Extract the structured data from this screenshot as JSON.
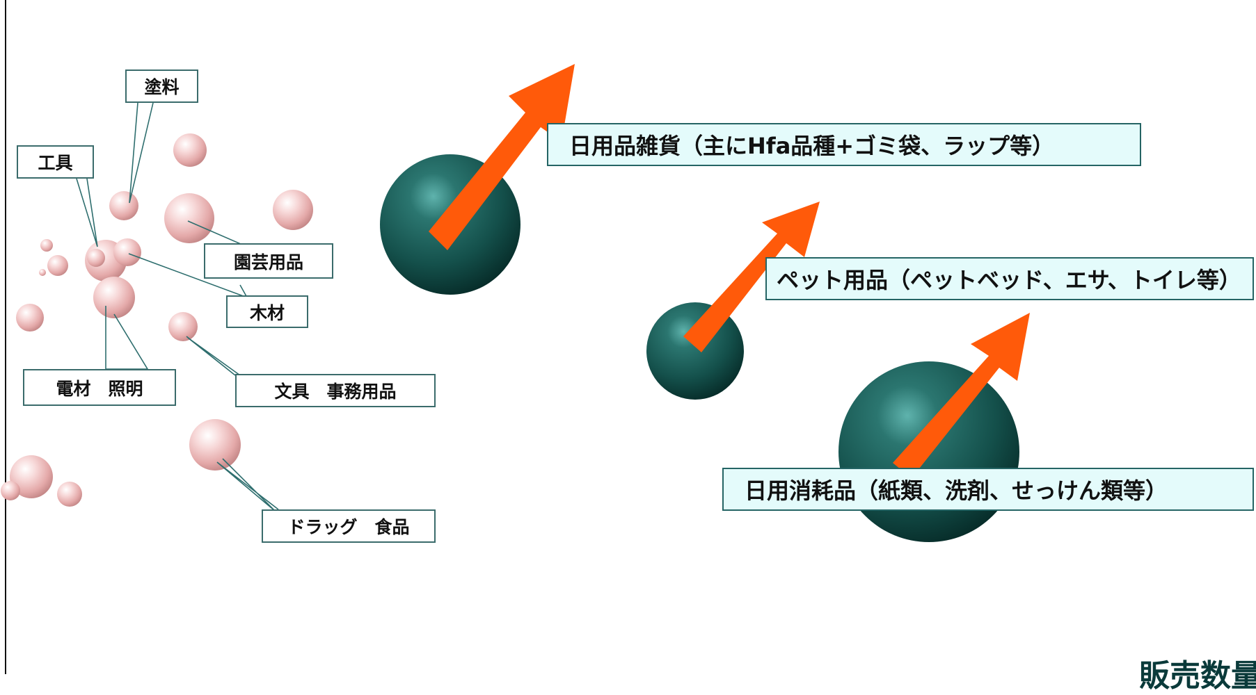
{
  "labels": {
    "paint": "塗料",
    "tools": "工具",
    "garden": "園芸用品",
    "wood": "木材",
    "electric": "電材　照明",
    "stationery": "文具　事務用品",
    "drug_food": "ドラッグ　食品"
  },
  "highlights": {
    "daily_goods": "日用品雑貨（主にHfa品種+ゴミ袋、ラップ等）",
    "pet": "ペット用品（ペットベッド、エサ、トイレ等）",
    "consumables": "日用消耗品（紙類、洗剤、せっけん類等）"
  },
  "footer": {
    "label": "販売数量"
  },
  "colors": {
    "pink_bubble": "#e8b8b8",
    "teal_bubble": "#1c5a56",
    "arrow": "#ff5a0a",
    "highlight_fill": "#e4fbfb",
    "border": "#2a6666"
  }
}
